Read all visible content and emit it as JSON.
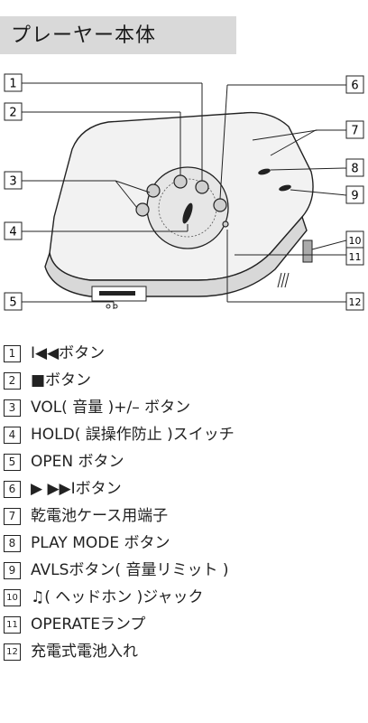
{
  "section_title": "プレーヤー本体",
  "callouts": [
    "1",
    "2",
    "3",
    "4",
    "5",
    "6",
    "7",
    "8",
    "9",
    "10",
    "11",
    "12"
  ],
  "legend": [
    {
      "num": "1",
      "text": "I◀◀ボタン"
    },
    {
      "num": "2",
      "text": "■ボタン"
    },
    {
      "num": "3",
      "text": "VOL( 音量 )+/– ボタン"
    },
    {
      "num": "4",
      "text": "HOLD( 誤操作防止 )スイッチ"
    },
    {
      "num": "5",
      "text": "OPEN ボタン"
    },
    {
      "num": "6",
      "text": "▶ ▶▶Iボタン"
    },
    {
      "num": "7",
      "text": "乾電池ケース用端子"
    },
    {
      "num": "8",
      "text": "PLAY MODE ボタン"
    },
    {
      "num": "9",
      "text": "AVLSボタン( 音量リミット )"
    },
    {
      "num": "10",
      "text": "♫( ヘッドホン )ジャック"
    },
    {
      "num": "11",
      "text": "OPERATEランプ"
    },
    {
      "num": "12",
      "text": "充電式電池入れ"
    }
  ]
}
